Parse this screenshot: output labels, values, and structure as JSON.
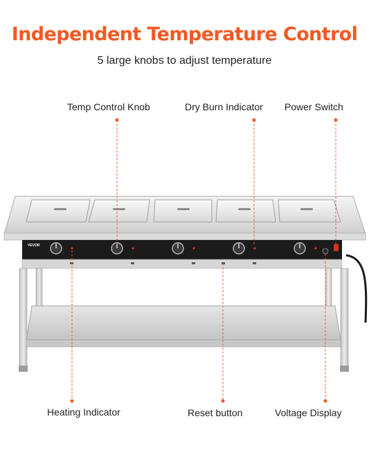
{
  "headline": "Independent Temperature Control",
  "subheadline": "5 large knobs to adjust temperature",
  "callouts": {
    "temp_control_knob": "Temp Control Knob",
    "dry_burn_indicator": "Dry Burn Indicator",
    "power_switch": "Power Switch",
    "heating_indicator": "Heating Indicator",
    "reset_button": "Reset button",
    "voltage_display": "Voltage Display"
  },
  "brand": "VEVOR",
  "colors": {
    "accent": "#f15a24",
    "text": "#222222",
    "indicator_red": "#e0301e"
  }
}
